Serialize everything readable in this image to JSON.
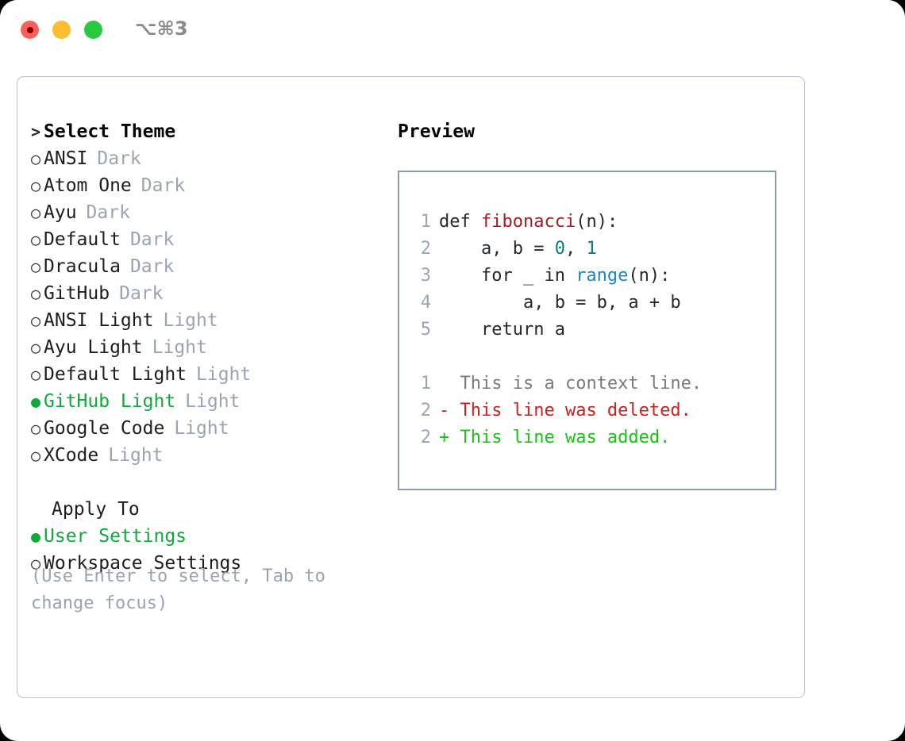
{
  "window": {
    "shortcut": "⌥⌘3",
    "traffic_lights": [
      {
        "name": "close-button",
        "color": "#ff5f57"
      },
      {
        "name": "minimize-button",
        "color": "#febc2e"
      },
      {
        "name": "maximize-button",
        "color": "#28c840"
      }
    ]
  },
  "colors": {
    "selected_green": "#11a83e",
    "muted_gray": "#9aa3b4",
    "panel_border": "#b9c1ce",
    "preview_border": "#8d99ad",
    "diff_add": "#16c414",
    "diff_del": "#cc1f1f",
    "syntax_function": "#a41e22",
    "syntax_number": "#0b7b75",
    "syntax_call": "#1a86c7"
  },
  "theme_list": {
    "header_marker": ">",
    "header_label": "Select Theme",
    "items": [
      {
        "marker": "○",
        "label": "ANSI",
        "tag": "Dark",
        "selected": false
      },
      {
        "marker": "○",
        "label": "Atom One",
        "tag": "Dark",
        "selected": false
      },
      {
        "marker": "○",
        "label": "Ayu",
        "tag": "Dark",
        "selected": false
      },
      {
        "marker": "○",
        "label": "Default",
        "tag": "Dark",
        "selected": false
      },
      {
        "marker": "○",
        "label": "Dracula",
        "tag": "Dark",
        "selected": false
      },
      {
        "marker": "○",
        "label": "GitHub",
        "tag": "Dark",
        "selected": false
      },
      {
        "marker": "○",
        "label": "ANSI Light",
        "tag": "Light",
        "selected": false
      },
      {
        "marker": "○",
        "label": "Ayu Light",
        "tag": "Light",
        "selected": false
      },
      {
        "marker": "○",
        "label": "Default Light",
        "tag": "Light",
        "selected": false
      },
      {
        "marker": "●",
        "label": "GitHub Light",
        "tag": "Light",
        "selected": true
      },
      {
        "marker": "○",
        "label": "Google Code",
        "tag": "Light",
        "selected": false
      },
      {
        "marker": "○",
        "label": "XCode",
        "tag": "Light",
        "selected": false
      }
    ]
  },
  "apply_to": {
    "header_label": "Apply To",
    "items": [
      {
        "marker": "●",
        "label": "User Settings",
        "selected": true
      },
      {
        "marker": "○",
        "label": "Workspace Settings",
        "selected": false
      }
    ]
  },
  "hint": "(Use Enter to select, Tab to change focus)",
  "preview": {
    "title": "Preview",
    "code_lines": [
      {
        "no": "1",
        "segments": [
          {
            "t": "def ",
            "c": "plain"
          },
          {
            "t": "fibonacci",
            "c": "fn"
          },
          {
            "t": "(n):",
            "c": "plain"
          }
        ]
      },
      {
        "no": "2",
        "segments": [
          {
            "t": "    a, b = ",
            "c": "plain"
          },
          {
            "t": "0",
            "c": "num"
          },
          {
            "t": ", ",
            "c": "plain"
          },
          {
            "t": "1",
            "c": "num"
          }
        ]
      },
      {
        "no": "3",
        "segments": [
          {
            "t": "    for _ in ",
            "c": "plain"
          },
          {
            "t": "range",
            "c": "call"
          },
          {
            "t": "(n):",
            "c": "plain"
          }
        ]
      },
      {
        "no": "4",
        "segments": [
          {
            "t": "        a, b = b, a + b",
            "c": "plain"
          }
        ]
      },
      {
        "no": "5",
        "segments": [
          {
            "t": "    return a",
            "c": "plain"
          }
        ]
      }
    ],
    "diff_lines": [
      {
        "no": "1",
        "prefix": "  ",
        "text": "This is a context line.",
        "kind": "ctx"
      },
      {
        "no": "2",
        "prefix": "- ",
        "text": "This line was deleted.",
        "kind": "del"
      },
      {
        "no": "2",
        "prefix": "+ ",
        "text": "This line was added.",
        "kind": "add"
      }
    ]
  }
}
